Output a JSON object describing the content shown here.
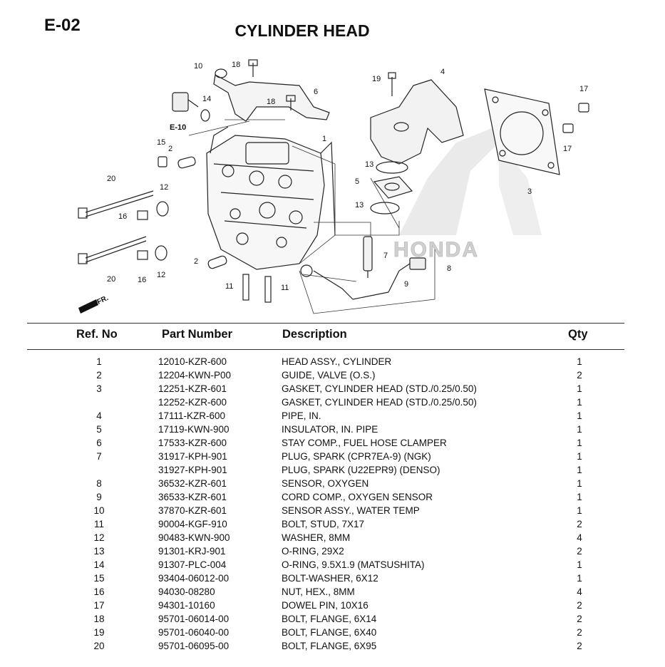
{
  "page": {
    "code": "E-02",
    "title": "CYLINDER HEAD"
  },
  "diagram": {
    "brand": "HONDA",
    "front_label": "FR.",
    "ref_label": "E-10",
    "callouts": [
      "1",
      "2",
      "2",
      "3",
      "4",
      "5",
      "6",
      "7",
      "8",
      "9",
      "10",
      "11",
      "11",
      "12",
      "12",
      "13",
      "13",
      "14",
      "15",
      "16",
      "16",
      "17",
      "17",
      "18",
      "18",
      "19",
      "20",
      "20"
    ]
  },
  "table": {
    "headers": {
      "ref": "Ref. No",
      "part": "Part Number",
      "desc": "Description",
      "qty": "Qty"
    },
    "rows": [
      {
        "ref": "1",
        "part": "12010-KZR-600",
        "desc": "HEAD ASSY., CYLINDER",
        "qty": "1"
      },
      {
        "ref": "2",
        "part": "12204-KWN-P00",
        "desc": "GUIDE, VALVE (O.S.)",
        "qty": "2"
      },
      {
        "ref": "3",
        "part": "12251-KZR-601",
        "desc": "GASKET, CYLINDER HEAD (STD./0.25/0.50)",
        "qty": "1"
      },
      {
        "ref": "",
        "part": "12252-KZR-600",
        "desc": "GASKET, CYLINDER HEAD (STD./0.25/0.50)",
        "qty": "1"
      },
      {
        "ref": "4",
        "part": "17111-KZR-600",
        "desc": "PIPE, IN.",
        "qty": "1"
      },
      {
        "ref": "5",
        "part": "17119-KWN-900",
        "desc": "INSULATOR, IN. PIPE",
        "qty": "1"
      },
      {
        "ref": "6",
        "part": "17533-KZR-600",
        "desc": "STAY COMP., FUEL HOSE CLAMPER",
        "qty": "1"
      },
      {
        "ref": "7",
        "part": "31917-KPH-901",
        "desc": "PLUG, SPARK (CPR7EA-9) (NGK)",
        "qty": "1"
      },
      {
        "ref": "",
        "part": "31927-KPH-901",
        "desc": "PLUG, SPARK (U22EPR9) (DENSO)",
        "qty": "1"
      },
      {
        "ref": "8",
        "part": "36532-KZR-601",
        "desc": "SENSOR, OXYGEN",
        "qty": "1"
      },
      {
        "ref": "9",
        "part": "36533-KZR-601",
        "desc": "CORD COMP., OXYGEN SENSOR",
        "qty": "1"
      },
      {
        "ref": "10",
        "part": "37870-KZR-601",
        "desc": "SENSOR ASSY., WATER TEMP",
        "qty": "1"
      },
      {
        "ref": "11",
        "part": "90004-KGF-910",
        "desc": "BOLT, STUD, 7X17",
        "qty": "2"
      },
      {
        "ref": "12",
        "part": "90483-KWN-900",
        "desc": "WASHER, 8MM",
        "qty": "4"
      },
      {
        "ref": "13",
        "part": "91301-KRJ-901",
        "desc": "O-RING, 29X2",
        "qty": "2"
      },
      {
        "ref": "14",
        "part": "91307-PLC-004",
        "desc": "O-RING, 9.5X1.9 (MATSUSHITA)",
        "qty": "1"
      },
      {
        "ref": "15",
        "part": "93404-06012-00",
        "desc": "BOLT-WASHER, 6X12",
        "qty": "1"
      },
      {
        "ref": "16",
        "part": "94030-08280",
        "desc": "NUT, HEX., 8MM",
        "qty": "4"
      },
      {
        "ref": "17",
        "part": "94301-10160",
        "desc": "DOWEL PIN, 10X16",
        "qty": "2"
      },
      {
        "ref": "18",
        "part": "95701-06014-00",
        "desc": "BOLT, FLANGE, 6X14",
        "qty": "2"
      },
      {
        "ref": "19",
        "part": "95701-06040-00",
        "desc": "BOLT, FLANGE, 6X40",
        "qty": "2"
      },
      {
        "ref": "20",
        "part": "95701-06095-00",
        "desc": "BOLT, FLANGE, 6X95",
        "qty": "2"
      }
    ]
  }
}
